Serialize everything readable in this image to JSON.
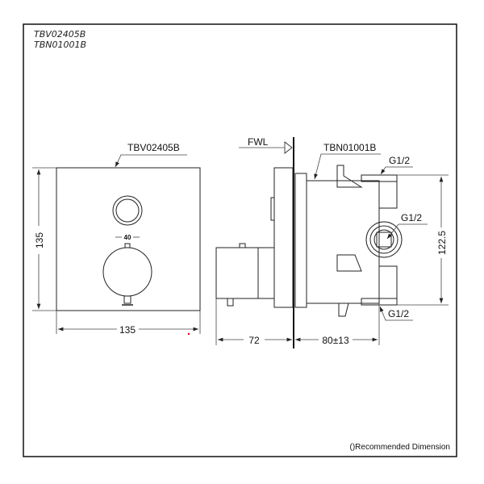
{
  "header": {
    "model_1": "TBV02405B",
    "model_2": "TBN01001B"
  },
  "front_view": {
    "label": "TBV02405B",
    "width_dim": "135",
    "height_dim": "135",
    "knob_mark": "40"
  },
  "side_view": {
    "fwl_label": "FWL",
    "body_label": "TBN01001B",
    "port_top": "G1/2",
    "port_middle": "G1/2",
    "port_bottom": "G1/2",
    "height_dim": "122.5",
    "depth_front_dim": "72",
    "depth_back_dim": "80±13"
  },
  "footer": {
    "note": "()Recommended Dimension"
  }
}
